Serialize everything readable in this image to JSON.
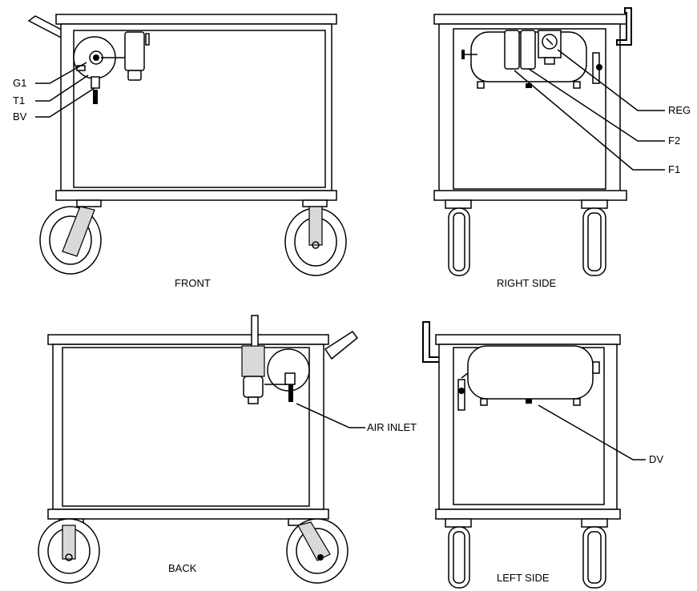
{
  "views": {
    "front": {
      "caption": "FRONT"
    },
    "right_side": {
      "caption": "RIGHT SIDE"
    },
    "back": {
      "caption": "BACK"
    },
    "left_side": {
      "caption": "LEFT SIDE"
    }
  },
  "callouts": {
    "g1": "G1",
    "t1": "T1",
    "bv": "BV",
    "reg": "REG",
    "f2": "F2",
    "f1": "F1",
    "air_inlet": "AIR INLET",
    "dv": "DV"
  }
}
